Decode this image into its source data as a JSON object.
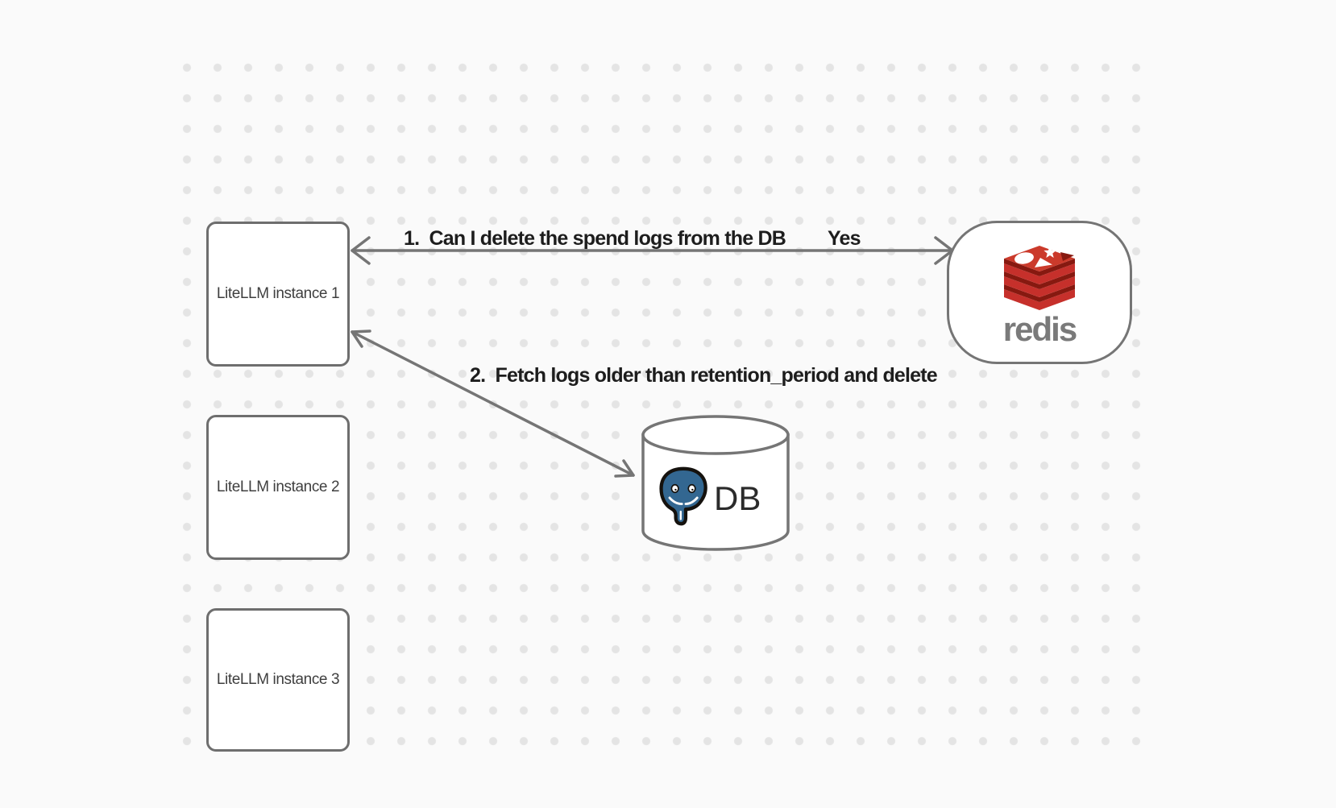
{
  "diagram": {
    "background_color": "#fafafa",
    "dot_color": "#e4e4e4",
    "stroke_color": "#757575",
    "node_border_color": "#6e6e6e",
    "label_text_color": "#1d1d1d"
  },
  "nodes": {
    "instance1": {
      "label": "LiteLLM instance 1"
    },
    "instance2": {
      "label": "LiteLLM instance 2"
    },
    "instance3": {
      "label": "LiteLLM instance 3"
    },
    "redis": {
      "label": "redis",
      "icon": "redis-logo",
      "brand_red": "#c6302b",
      "brand_red_dark": "#871910",
      "wordmark_gray": "#7a7a7a"
    },
    "db": {
      "label": "DB",
      "icon": "postgresql-elephant",
      "shape": "cylinder",
      "postgres_blue": "#336791"
    }
  },
  "edges": {
    "redis_query": {
      "label": "1.  Can I delete the spend logs from the DB",
      "response": "Yes",
      "from": "LiteLLM instance 1",
      "to": "redis",
      "direction": "bidirectional"
    },
    "db_fetch": {
      "label": "2.  Fetch logs older than retention_period and delete",
      "from": "LiteLLM instance 1",
      "to": "DB",
      "direction": "bidirectional"
    }
  }
}
